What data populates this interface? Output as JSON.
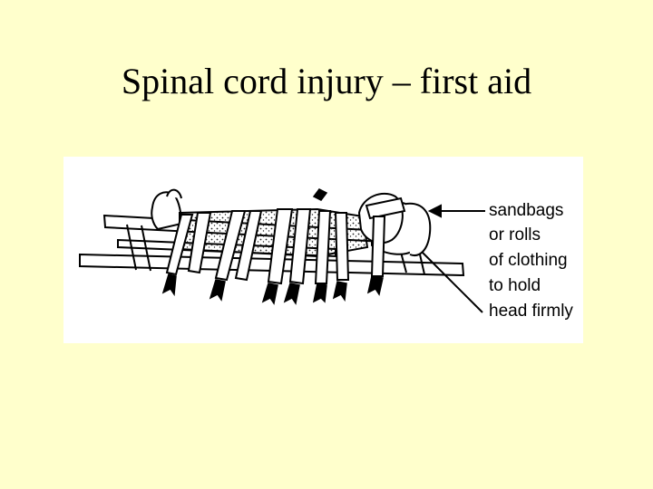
{
  "slide": {
    "title": "Spinal cord injury – first aid",
    "background_color": "#ffffcc",
    "text_color": "#000000"
  },
  "illustration": {
    "icon": "person-strapped-to-stretcher-drawing",
    "callout_lines": [
      "sandbags",
      "or rolls",
      "of clothing",
      "to hold",
      "head firmly"
    ]
  }
}
